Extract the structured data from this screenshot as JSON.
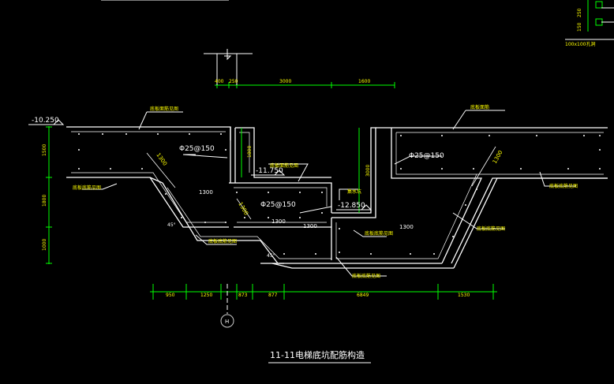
{
  "colors": {
    "background": "#000000",
    "concrete": "#ffffff",
    "dimension": "#00ff00",
    "dim_text": "#ffff00",
    "leader": "#ff4040",
    "annot": "#ffff00",
    "rebar_label": "#ffff00",
    "grid_circle": "#cccccc"
  },
  "title": "11-11电梯底坑配筋构造",
  "elevations": {
    "top": "-10.250",
    "mid": "-11.750",
    "pit": "-12.850"
  },
  "rebar": {
    "r1": "Φ25@150",
    "r2": "Φ25@150",
    "r3": "Φ25@150"
  },
  "lengths": {
    "l1": "1300",
    "l2": "1300",
    "l3": "1300",
    "l4": "1300",
    "l5": "1300",
    "l6": "1300",
    "l7": "1300"
  },
  "angles": {
    "a1": "45°",
    "a2": "45°"
  },
  "notes": {
    "top_left": "底板面筋见图",
    "top_right": "底板面筋",
    "left_bottom": "底板底筋见图",
    "mid_wall": "底板面筋见图",
    "wall_label": "集水坑",
    "slope_left": "底板底筋见图",
    "pit_bottom": "底板底筋见图",
    "pit_right": "底板底筋见图",
    "right_bottom": "底板底筋见图",
    "right_slope": "底板底筋见图",
    "legend_box": "100x100孔洞"
  },
  "dims_top": {
    "d1": "400",
    "d2": "250",
    "d3": "3000",
    "d4": "1600"
  },
  "dims_left": {
    "v1": "1500",
    "v2": "1800",
    "v3": "1000"
  },
  "dims_mid": {
    "m1": "1800",
    "m2": "3000"
  },
  "dims_bottom": {
    "b1": "950",
    "b2": "1250",
    "b3": "873",
    "b4": "877",
    "b5": "6849",
    "b6": "1530"
  },
  "right_labels": {
    "r_top": "250",
    "r_mid": "150"
  },
  "grid": "H"
}
